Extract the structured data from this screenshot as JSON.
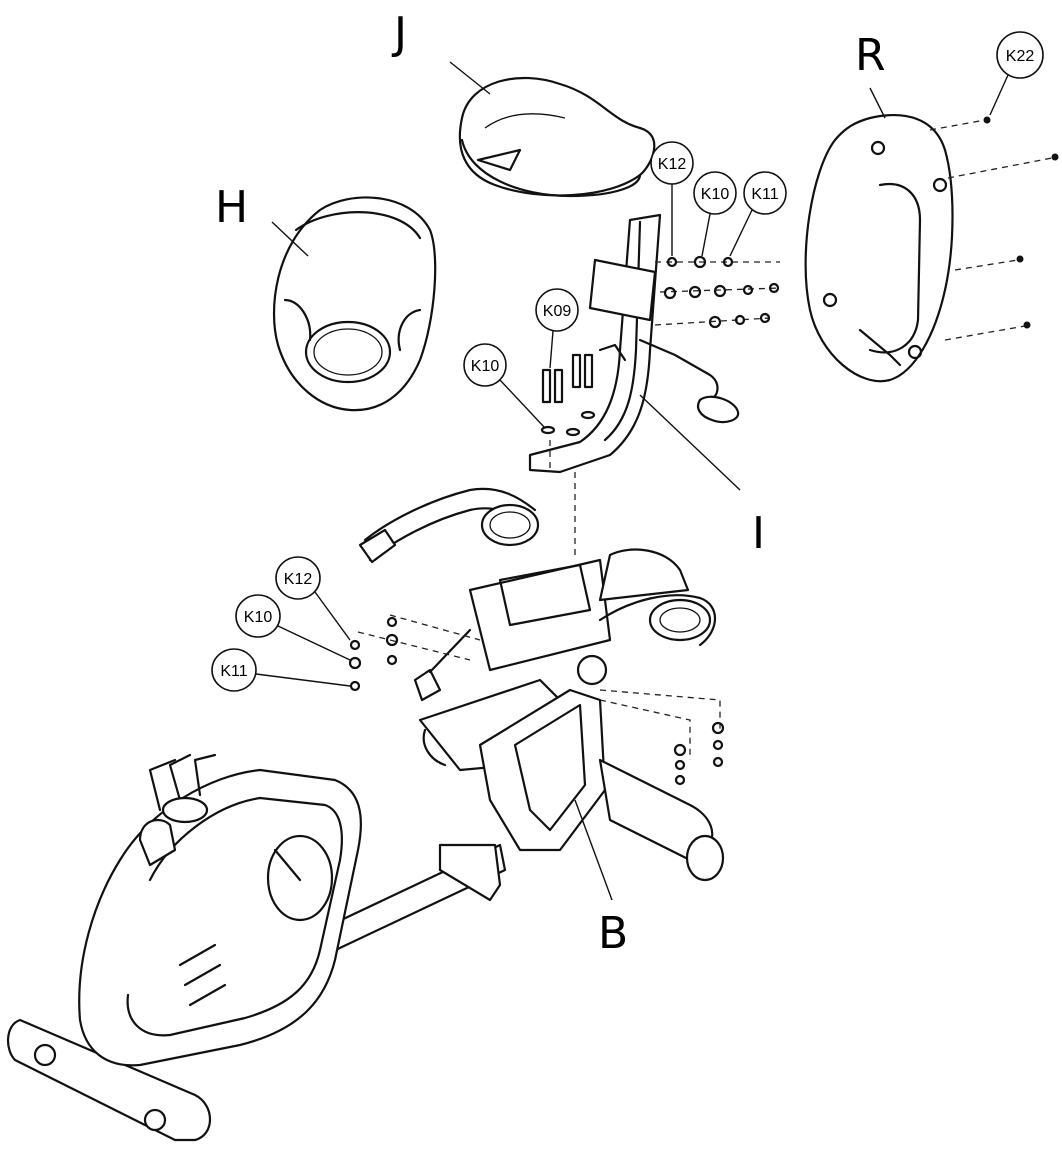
{
  "parts": {
    "B": "B",
    "H": "H",
    "I": "I",
    "J": "J",
    "R": "R"
  },
  "callouts": {
    "k22": "K22",
    "k12_top": "K12",
    "k10_top": "K10",
    "k11_top": "K11",
    "k09": "K09",
    "k10_mid": "K10",
    "k12_left": "K12",
    "k10_left": "K10",
    "k11_left": "K11"
  }
}
